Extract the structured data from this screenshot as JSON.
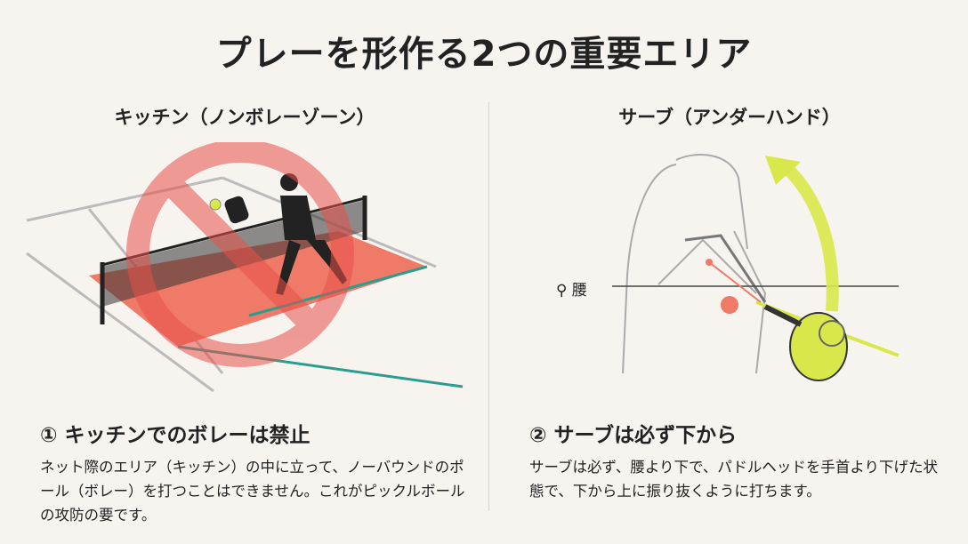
{
  "title": "プレーを形作る2つの重要エリア",
  "left": {
    "subtitle": "キッチン（ノンボレーゾーン）",
    "heading": "① キッチンでのボレーは禁止",
    "body": "ネット際のエリア（キッチン）の中に立って、ノーバウンドのポール（ボレー）を打つことはできません。これがピックルボールの攻防の要です。"
  },
  "right": {
    "subtitle": "サーブ（アンダーハンド）",
    "waist_label": "腰",
    "heading": "② サーブは必ず下から",
    "body": "サーブは必ず、腰より下で、パドルヘッドを手首より下げた状態で、下から上に振り抜くように打ちます。"
  },
  "colors": {
    "kitchen": "#f07a68",
    "prohibit": "#e8504a",
    "paddle": "#d8e84a",
    "teal": "#2a9d8f"
  }
}
